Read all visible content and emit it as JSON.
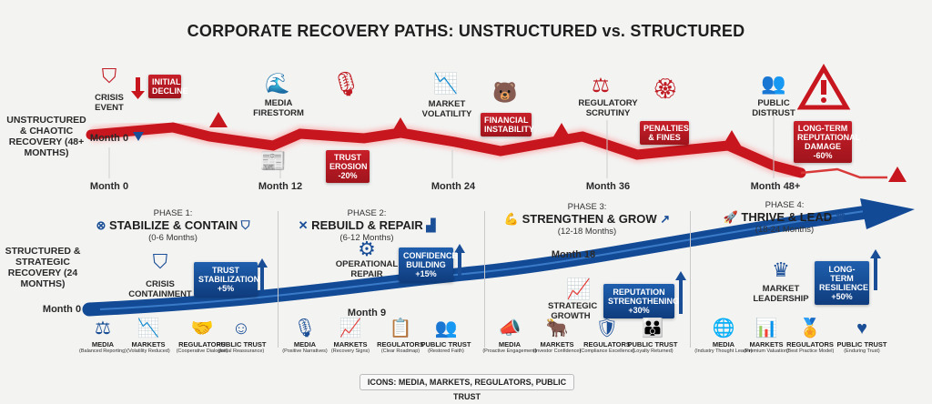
{
  "title": "CORPORATE RECOVERY PATHS: UNSTRUCTURED vs. STRUCTURED",
  "colors": {
    "unstructured": "#c01a22",
    "structured": "#1a4e96"
  },
  "unstructured": {
    "label": "UNSTRUCTURED & CHAOTIC RECOVERY (48+ MONTHS)",
    "start_month": "Month 0",
    "events": [
      {
        "label": "CRISIS EVENT",
        "icon": "broken-shield-icon"
      },
      {
        "label": "MEDIA FIRESTORM",
        "icon": "wave-icon"
      },
      {
        "label": "MARKET VOLATILITY",
        "icon": "falling-chart-icon"
      },
      {
        "label": "REGULATORY SCRUTINY",
        "icon": "gavel-icon"
      },
      {
        "label": "PUBLIC DISTRUST",
        "icon": "crowd-icon"
      }
    ],
    "callouts": {
      "initial_decline": "INITIAL DECLINE",
      "trust_erosion": "TRUST EROSION -20%",
      "financial_instability": "FINANCIAL INSTABILITY",
      "penalties": "PENALTIES & FINES",
      "long_term": "LONG-TERM REPUTATIONAL DAMAGE -60%"
    },
    "months": [
      "Month 0",
      "Month 12",
      "Month 24",
      "Month 36",
      "Month 48+"
    ]
  },
  "structured": {
    "label": "STRUCTURED & STRATEGIC RECOVERY (24 MONTHS)",
    "start_month": "Month 0",
    "phases": [
      {
        "phase": "PHASE 1:",
        "name": "STABILIZE & CONTAIN",
        "range": "(0-6 Months)"
      },
      {
        "phase": "PHASE 2:",
        "name": "REBUILD & REPAIR",
        "range": "(6-12 Months)"
      },
      {
        "phase": "PHASE 3:",
        "name": "STRENGTHEN & GROW",
        "range": "(12-18 Months)"
      },
      {
        "phase": "PHASE 4:",
        "name": "THRIVE & LEAD",
        "range": "(18-24 Months)"
      }
    ],
    "milestones": {
      "crisis_containment": "CRISIS CONTAINMENT",
      "operational_repair": "OPERATIONAL REPAIR",
      "strategic_growth": "STRATEGIC GROWTH",
      "market_leadership": "MARKET LEADERSHIP",
      "month9": "Month 9",
      "month18": "Month 18"
    },
    "callouts": {
      "trust_stabilization": "TRUST STABILIZATION +5%",
      "confidence": "CONFIDENCE BUILDING +15%",
      "reputation": "REPUTATION STRENGTHENING +30%",
      "resilience": "LONG-TERM RESILIENCE +50%"
    },
    "stakeholders": [
      [
        {
          "t": "MEDIA",
          "s": "(Balanced Reporting)",
          "i": "⚖"
        },
        {
          "t": "MARKETS",
          "s": "(Volatility Reduced)",
          "i": "📉"
        },
        {
          "t": "REGULATORS",
          "s": "(Cooperative Dialogue)",
          "i": "🤝"
        },
        {
          "t": "PUBLIC TRUST",
          "s": "(Initial Reassurance)",
          "i": "☺"
        }
      ],
      [
        {
          "t": "MEDIA",
          "s": "(Positive Narratives)",
          "i": "🎙"
        },
        {
          "t": "MARKETS",
          "s": "(Recovery Signs)",
          "i": "📈"
        },
        {
          "t": "REGULATORS",
          "s": "(Clear Roadmap)",
          "i": "📋"
        },
        {
          "t": "PUBLIC TRUST",
          "s": "(Restored Faith)",
          "i": "👥"
        }
      ],
      [
        {
          "t": "MEDIA",
          "s": "(Proactive Engagement)",
          "i": "📣"
        },
        {
          "t": "MARKETS",
          "s": "(Investor Confidence)",
          "i": "🐂"
        },
        {
          "t": "REGULATORS",
          "s": "(Compliance Excellence)",
          "i": "🛡"
        },
        {
          "t": "PUBLIC TRUST",
          "s": "(Loyalty Returned)",
          "i": "👪"
        }
      ],
      [
        {
          "t": "MEDIA",
          "s": "(Industry Thought Leader)",
          "i": "🌐"
        },
        {
          "t": "MARKETS",
          "s": "(Premium Valuation)",
          "i": "📊"
        },
        {
          "t": "REGULATORS",
          "s": "(Best Practice Model)",
          "i": "🏅"
        },
        {
          "t": "PUBLIC TRUST",
          "s": "(Enduring Trust)",
          "i": "♥"
        }
      ]
    ]
  },
  "footer": "ICONS: MEDIA, MARKETS, REGULATORS, PUBLIC TRUST"
}
